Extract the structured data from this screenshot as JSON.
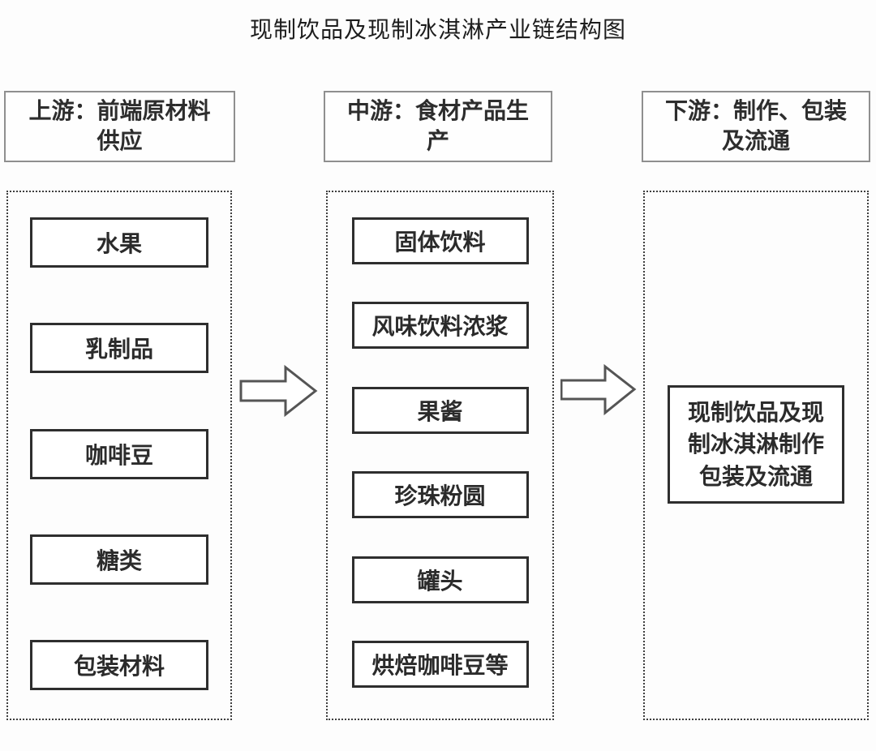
{
  "title": "现制饮品及现制冰淇淋产业链结构图",
  "colors": {
    "background": "#fdfdfd",
    "box_border": "#2e2e2e",
    "header_border": "#8f8f8f",
    "dotted_border": "#3e3e3e",
    "arrow_outline": "#555555",
    "text": "#2b2b2b"
  },
  "columns": [
    {
      "id": "upstream",
      "header": "上游：前端原材料\n供应",
      "items": [
        "水果",
        "乳制品",
        "咖啡豆",
        "糖类",
        "包装材料"
      ]
    },
    {
      "id": "midstream",
      "header": "中游：食材产品生\n产",
      "items": [
        "固体饮料",
        "风味饮料浓浆",
        "果酱",
        "珍珠粉圆",
        "罐头",
        "烘焙咖啡豆等"
      ]
    },
    {
      "id": "downstream",
      "header": "下游：制作、包装\n及流通",
      "items": [
        "现制饮品及现\n制冰淇淋制作\n包装及流通"
      ]
    }
  ],
  "arrows": [
    "upstream-to-midstream",
    "midstream-to-downstream"
  ]
}
